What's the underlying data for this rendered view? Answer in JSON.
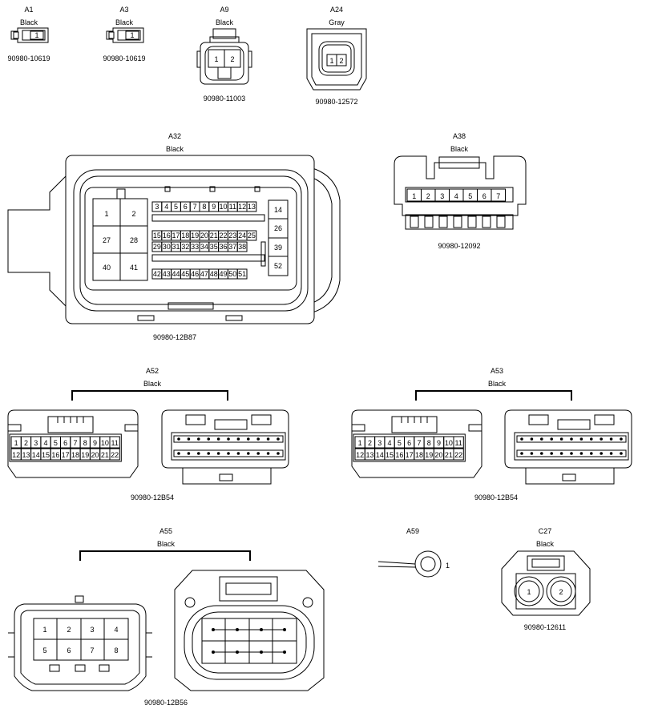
{
  "connectors": {
    "a1": {
      "code": "A1",
      "color": "Black",
      "part": "90980-10619",
      "pins": [
        "1"
      ]
    },
    "a3": {
      "code": "A3",
      "color": "Black",
      "part": "90980-10619",
      "pins": [
        "1"
      ]
    },
    "a9": {
      "code": "A9",
      "color": "Black",
      "part": "90980-11003",
      "pins": [
        "1",
        "2"
      ]
    },
    "a24": {
      "code": "A24",
      "color": "Gray",
      "part": "90980-12572",
      "pins": [
        "1",
        "2"
      ]
    },
    "a32": {
      "code": "A32",
      "color": "Black",
      "part": "90980-12B87",
      "big_pins": [
        "1",
        "2",
        "27",
        "28",
        "40",
        "41"
      ],
      "row1": [
        "3",
        "4",
        "5",
        "6",
        "7",
        "8",
        "9",
        "10",
        "11",
        "12",
        "13"
      ],
      "row2": [
        "15",
        "16",
        "17",
        "18",
        "19",
        "20",
        "21",
        "22",
        "23",
        "24",
        "25"
      ],
      "row3": [
        "29",
        "30",
        "31",
        "32",
        "33",
        "34",
        "35",
        "36",
        "37",
        "38"
      ],
      "row4": [
        "42",
        "43",
        "44",
        "45",
        "46",
        "47",
        "48",
        "49",
        "50",
        "51"
      ],
      "side_pins": [
        "14",
        "26",
        "39",
        "52"
      ]
    },
    "a38": {
      "code": "A38",
      "color": "Black",
      "part": "90980-12092",
      "pins": [
        "1",
        "2",
        "3",
        "4",
        "5",
        "6",
        "7"
      ]
    },
    "a52": {
      "code": "A52",
      "color": "Black",
      "part": "90980-12B54",
      "row1": [
        "1",
        "2",
        "3",
        "4",
        "5",
        "6",
        "7",
        "8",
        "9",
        "10",
        "11"
      ],
      "row2": [
        "12",
        "13",
        "14",
        "15",
        "16",
        "17",
        "18",
        "19",
        "20",
        "21",
        "22"
      ]
    },
    "a53": {
      "code": "A53",
      "color": "Black",
      "part": "90980-12B54",
      "row1": [
        "1",
        "2",
        "3",
        "4",
        "5",
        "6",
        "7",
        "8",
        "9",
        "10",
        "11"
      ],
      "row2": [
        "12",
        "13",
        "14",
        "15",
        "16",
        "17",
        "18",
        "19",
        "20",
        "21",
        "22"
      ]
    },
    "a55": {
      "code": "A55",
      "color": "Black",
      "part": "90980-12B56",
      "pins": [
        "1",
        "2",
        "3",
        "4",
        "5",
        "6",
        "7",
        "8"
      ]
    },
    "a59": {
      "code": "A59",
      "pin": "1"
    },
    "c27": {
      "code": "C27",
      "color": "Black",
      "part": "90980-12611",
      "pins": [
        "1",
        "2"
      ]
    }
  },
  "colors": {
    "line": "#000000",
    "background": "#ffffff"
  }
}
